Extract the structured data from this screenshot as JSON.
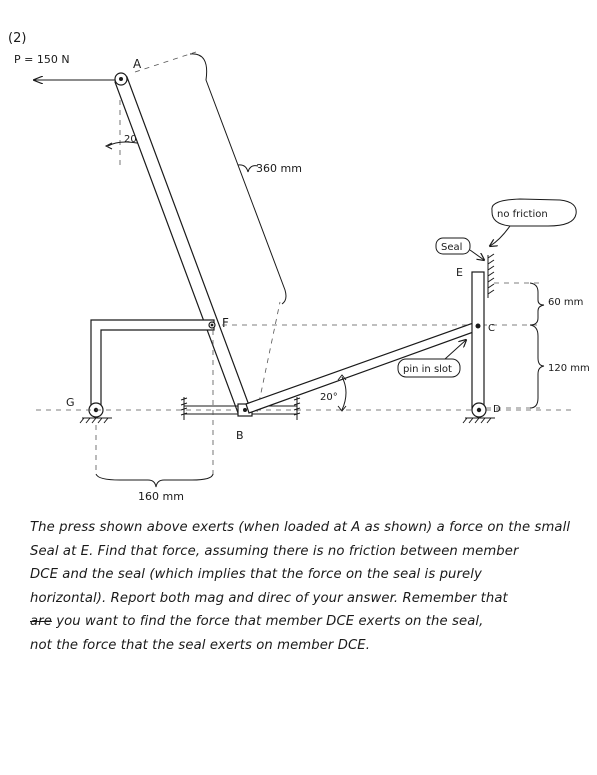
{
  "problem_number": "(2)",
  "labels": {
    "force": "P = 150 N",
    "point_a": "A",
    "point_b": "B",
    "point_c": "C",
    "point_d": "D",
    "point_e": "E",
    "point_f": "F",
    "point_g": "G",
    "angle_a": "20°",
    "angle_b": "20°",
    "dim_ab": "360 mm",
    "dim_ec": "60 mm",
    "dim_cd": "120 mm",
    "dim_gb": "160 mm",
    "seal": "Seal",
    "no_friction": "no friction",
    "pin_in_slot": "pin in slot"
  },
  "problem_text": [
    "The press shown above exerts (when loaded at A as shown) a force on the small",
    "Seal at E.  Find that force, assuming there is no friction between member",
    "DCE and the seal (which implies that the force on the seal is purely",
    "horizontal).  Report both mag and direc of your answer.  Remember that",
    "you want to find the force that member DCE exerts on the seal,",
    "not the force that the seal exerts on member DCE."
  ],
  "strike_word": "are"
}
